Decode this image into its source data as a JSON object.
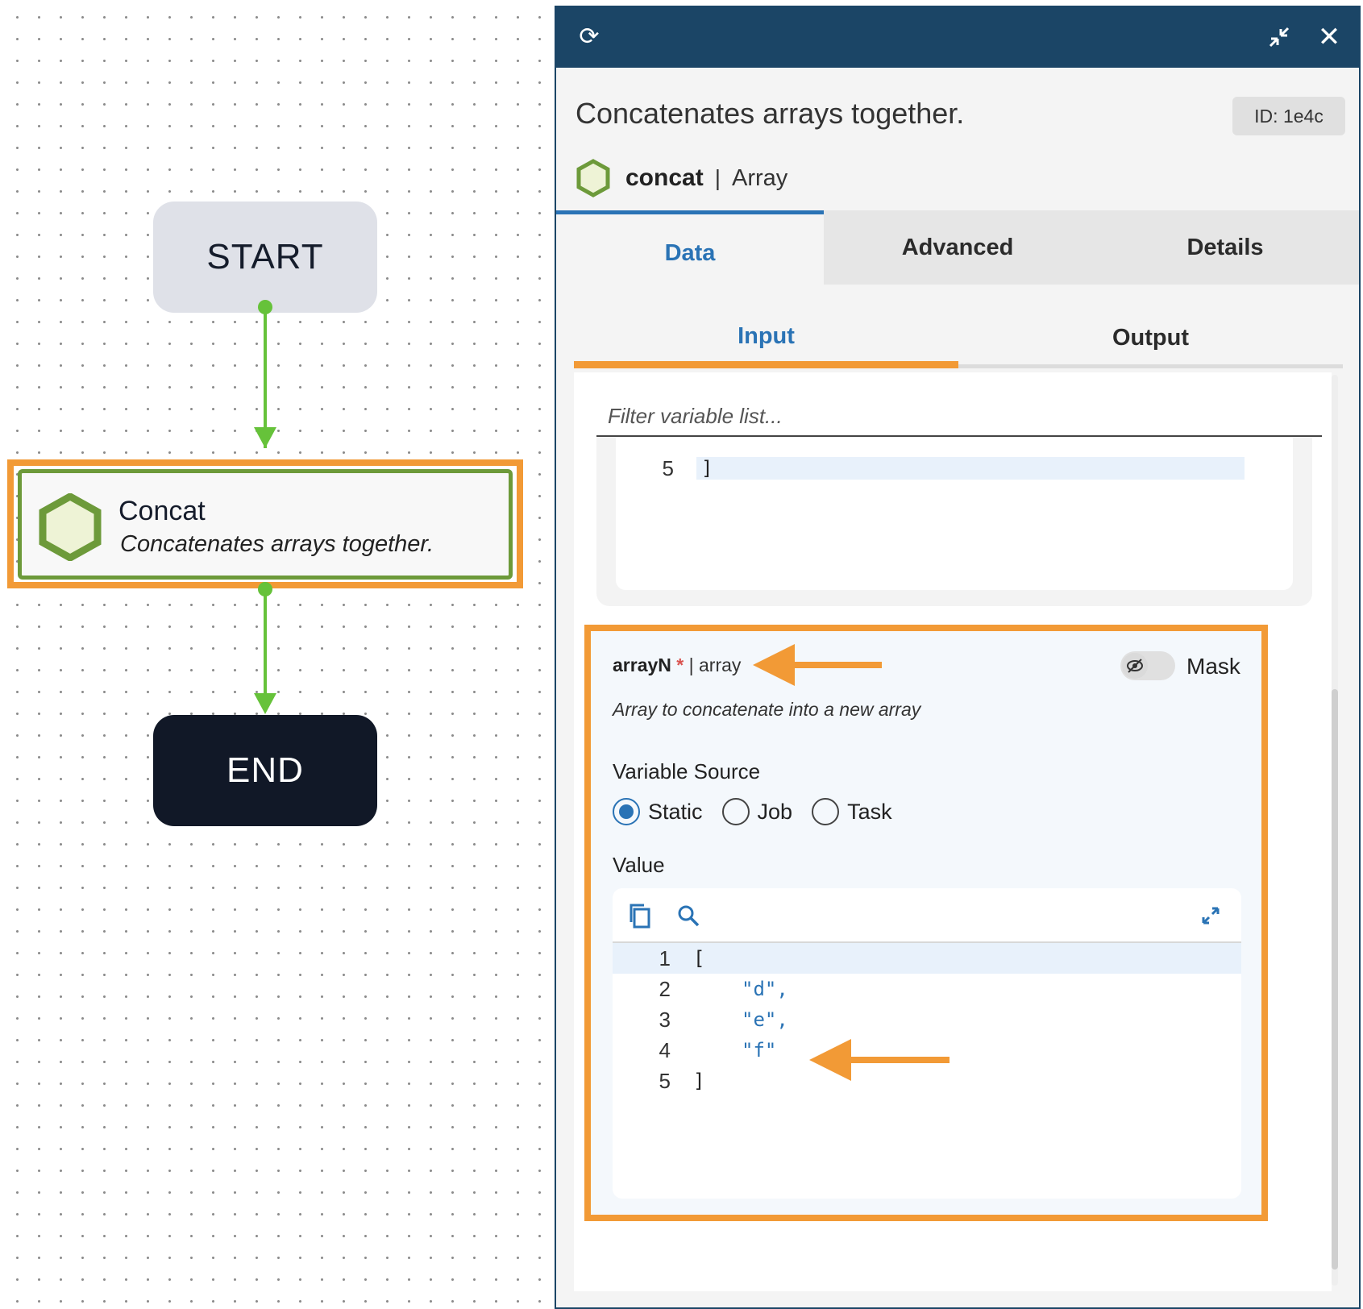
{
  "canvas": {
    "start_label": "START",
    "end_label": "END",
    "concat_node": {
      "title": "Concat",
      "description": "Concatenates arrays together.",
      "icon": "hexagon-icon"
    }
  },
  "panel": {
    "header_icons": {
      "refresh": "refresh-icon",
      "collapse": "collapse-icon",
      "close": "close-icon"
    },
    "title": "Concatenates arrays together.",
    "id_badge": "ID: 1e4c",
    "task": {
      "name": "concat",
      "separator": "|",
      "type": "Array"
    },
    "tabs": [
      {
        "label": "Data",
        "active": true
      },
      {
        "label": "Advanced",
        "active": false
      },
      {
        "label": "Details",
        "active": false
      }
    ],
    "subtabs": [
      {
        "label": "Input",
        "active": true
      },
      {
        "label": "Output",
        "active": false
      }
    ],
    "filter_placeholder": "Filter variable list...",
    "previous_editor": {
      "visible_line_number": "5",
      "visible_line_text": "]"
    },
    "field": {
      "name": "arrayN",
      "required_mark": "*",
      "type_text": "| array",
      "description": "Array to concatenate into a new array",
      "mask_label": "Mask",
      "mask_enabled": false,
      "variable_source_label": "Variable Source",
      "variable_sources": [
        {
          "label": "Static",
          "checked": true
        },
        {
          "label": "Job",
          "checked": false
        },
        {
          "label": "Task",
          "checked": false
        }
      ],
      "value_label": "Value",
      "editor_lines": [
        {
          "num": "1",
          "text": "["
        },
        {
          "num": "2",
          "text": "\"d\","
        },
        {
          "num": "3",
          "text": "\"e\","
        },
        {
          "num": "4",
          "text": "\"f\""
        },
        {
          "num": "5",
          "text": "]"
        }
      ]
    }
  },
  "colors": {
    "header_bg": "#1b4566",
    "accent_blue": "#2a73b5",
    "annotation_orange": "#f29a36",
    "edge_green": "#66c23a",
    "node_border_green": "#6d9a3a"
  }
}
